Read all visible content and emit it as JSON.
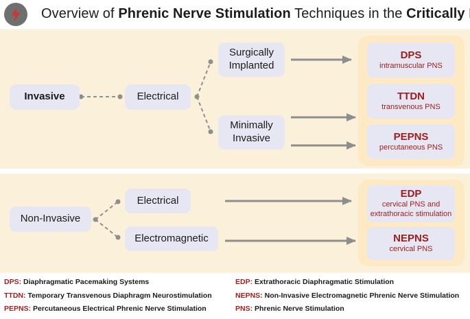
{
  "header": {
    "logo_icon": "lightning-bolt-icon",
    "title_parts": [
      "Overview of ",
      "Phrenic Nerve Stimulation",
      " Techniques in the ",
      "Critically Ill"
    ]
  },
  "invasive": {
    "root": "Invasive",
    "method": "Electrical",
    "sub1": [
      "Surgically",
      "Implanted"
    ],
    "sub2": [
      "Minimally",
      "Invasive"
    ],
    "outputs": [
      {
        "abbr": "DPS",
        "desc": "intramuscular PNS"
      },
      {
        "abbr": "TTDN",
        "desc": "transvenous PNS"
      },
      {
        "abbr": "PEPNS",
        "desc": "percutaneous PNS"
      }
    ]
  },
  "noninvasive": {
    "root": "Non-Invasive",
    "method1": "Electrical",
    "method2": "Electromagnetic",
    "outputs": [
      {
        "abbr": "EDP",
        "desc": [
          "cervical PNS and",
          "extrathoracic stimulation"
        ]
      },
      {
        "abbr": "NEPNS",
        "desc": [
          "cervical PNS"
        ]
      }
    ]
  },
  "legend": [
    {
      "key": "DPS:",
      "value": "Diaphragmatic Pacemaking Systems"
    },
    {
      "key": "EDP:",
      "value": "Extrathoracic Diaphragmatic Stimulation"
    },
    {
      "key": "TTDN:",
      "value": "Temporary Transvenous Diaphragm Neurostimulation"
    },
    {
      "key": "NEPNS:",
      "value": "Non-Invasive Electromagnetic Phrenic Nerve Stimulation"
    },
    {
      "key": "PEPNS:",
      "value": "Percutaneous Electrical Phrenic Nerve Stimulation"
    },
    {
      "key": "PNS:",
      "value": "Phrenic Nerve Stimulation"
    }
  ],
  "colors": {
    "accent": "#9b1c1c",
    "node": "#e7e7f3",
    "panel": "#fbf0da",
    "connector": "#8e8e8e"
  }
}
